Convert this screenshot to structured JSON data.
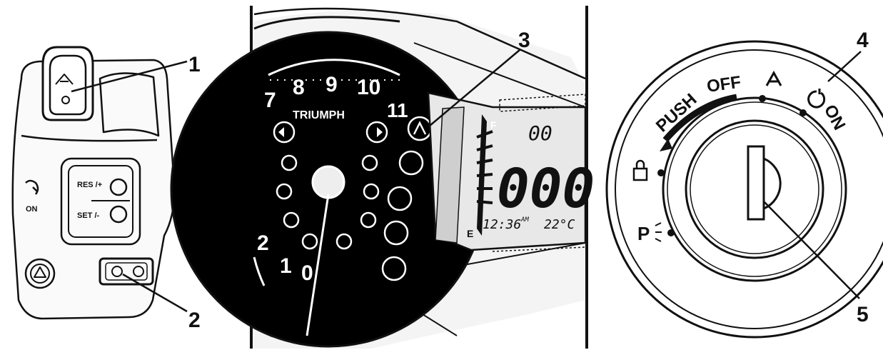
{
  "callouts": [
    "1",
    "2",
    "3",
    "4",
    "5"
  ],
  "switch_cube": {
    "res_label": "RES /+",
    "set_label": "SET /-",
    "on_label": "ON"
  },
  "instrument": {
    "brand": "TRIUMPH",
    "tach_numbers": [
      "7",
      "8",
      "9",
      "10",
      "11"
    ],
    "lower_numbers": [
      "2",
      "1",
      "0"
    ],
    "lcd_odometer": "000",
    "lcd_trip": "00",
    "lcd_time": "12:36",
    "lcd_ampm": "AM",
    "lcd_temp": "22°C",
    "fuel_full": "F",
    "fuel_empty": "E"
  },
  "ignition": {
    "push_label": "PUSH",
    "off_label": "OFF",
    "on_label": "ON",
    "park_label": "P"
  }
}
